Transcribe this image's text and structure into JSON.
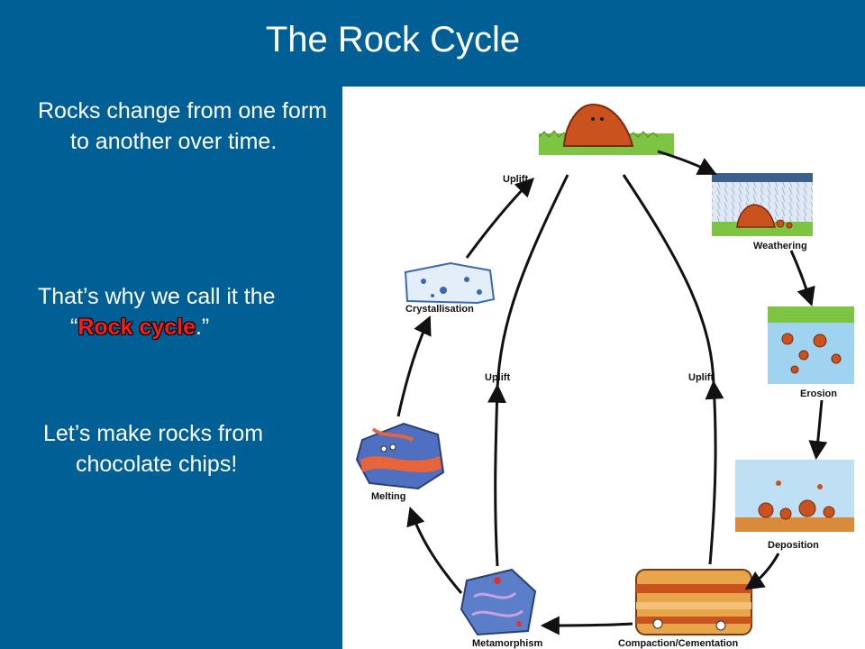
{
  "title": "The Rock Cycle",
  "text": {
    "p1": "Rocks change from one form to another over time.",
    "p2_before": "That’s why we call it the “",
    "p2_word_a": "Rock",
    "p2_word_b": "cycle",
    "p2_after": ".”",
    "p3": "Let’s make rocks from chocolate chips!"
  },
  "diagram": {
    "stages": {
      "weathering": "Weathering",
      "erosion": "Erosion",
      "deposition": "Deposition",
      "compaction": "Compaction/Cementation",
      "metamorphism": "Metamorphism",
      "melting": "Melting",
      "crystallisation": "Crystallisation"
    },
    "uplift": {
      "top": "Uplift",
      "middle_left": "Uplift",
      "middle_right": "Uplift"
    }
  }
}
